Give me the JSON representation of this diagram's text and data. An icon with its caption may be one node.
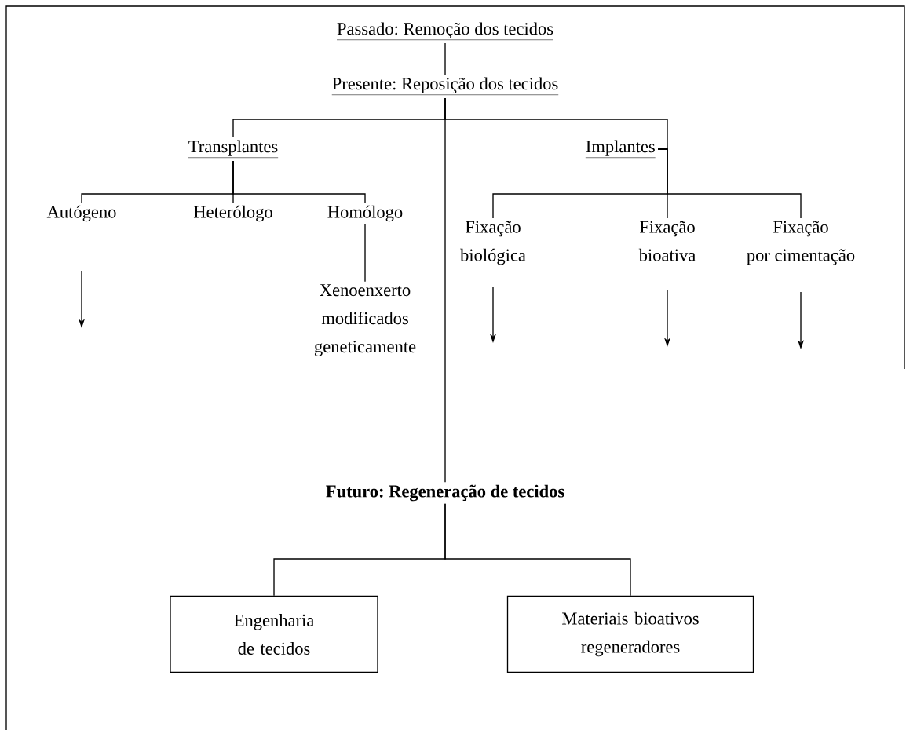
{
  "diagram": {
    "nodes": [
      {
        "text": [
          "Passado: Remoção dos tecidos"
        ]
      },
      {
        "text": [
          "Presente: Reposição dos tecidos"
        ]
      },
      {
        "text": [
          "Transplantes"
        ]
      },
      {
        "text": [
          "Implantes"
        ]
      },
      {
        "text": [
          "Autógeno"
        ]
      },
      {
        "text": [
          "Heterólogo"
        ]
      },
      {
        "text": [
          "Homólogo"
        ]
      },
      {
        "text": [
          "Xenoenxerto modificados geneticamente"
        ]
      },
      {
        "text": [
          "Fixação biológica"
        ]
      },
      {
        "text": [
          "Fixação bioativa"
        ]
      },
      {
        "text": [
          "Fixação por cimentação"
        ]
      },
      {
        "text": [
          "Futuro: Regeneração de tecidos"
        ]
      },
      {
        "text": [
          "Engenharia de tecidos"
        ]
      },
      {
        "text": [
          "Materiais bioativos regeneradores"
        ]
      }
    ],
    "edges": [
      {
        "from": 0,
        "to": 1,
        "arrow": "none"
      },
      {
        "from": 1,
        "to": 2,
        "arrow": "none"
      },
      {
        "from": 1,
        "to": 3,
        "arrow": "none"
      },
      {
        "from": 1,
        "to": 11,
        "arrow": "none"
      },
      {
        "from": 2,
        "to": 4,
        "arrow": "none"
      },
      {
        "from": 2,
        "to": 5,
        "arrow": "none"
      },
      {
        "from": 2,
        "to": 6,
        "arrow": "none"
      },
      {
        "from": 6,
        "to": 7,
        "arrow": "none"
      },
      {
        "from": 3,
        "to": 8,
        "arrow": "none"
      },
      {
        "from": 3,
        "to": 9,
        "arrow": "none"
      },
      {
        "from": 3,
        "to": 10,
        "arrow": "none"
      },
      {
        "from": 11,
        "to": 12,
        "arrow": "none"
      },
      {
        "from": 11,
        "to": 13,
        "arrow": "none"
      }
    ]
  }
}
